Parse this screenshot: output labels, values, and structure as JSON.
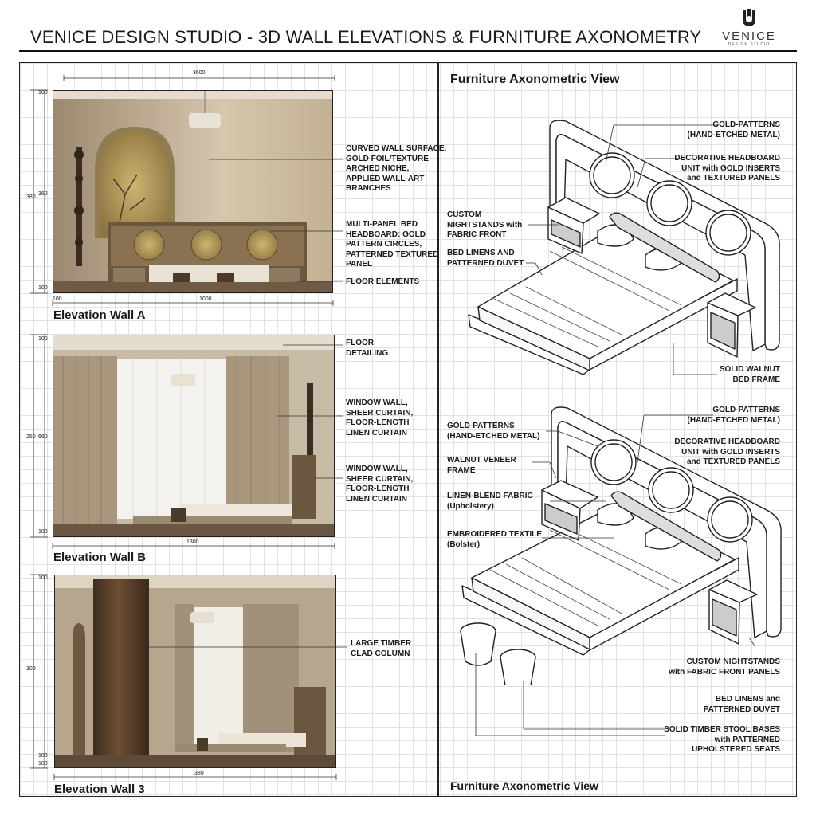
{
  "header": {
    "title": "VENICE DESIGN STUDIO - 3D WALL ELEVATIONS & FURNITURE AXONOMETRY",
    "logo_text": "VENICE",
    "logo_subtext": "DESIGN STUDIO"
  },
  "elevations": [
    {
      "caption": "Elevation Wall A",
      "dims": {
        "top": "3600",
        "left_a": "380",
        "left_b": "360",
        "left_c": "100",
        "left_d": "100",
        "bottom_a": "100",
        "bottom_b": "1000"
      },
      "notes": [
        "CURVED WALL SURFACE,\nGOLD FOIL/TEXTURE\nARCHED NICHE,\nAPPLIED WALL-ART\nBRANCHES",
        "MULTI-PANEL BED\nHEADBOARD: GOLD\nPATTERN CIRCLES,\nPATTERNED TEXTURED\nPANEL",
        "FLOOR ELEMENTS"
      ]
    },
    {
      "caption": "Elevation Wall B",
      "dims": {
        "left_a": "250",
        "left_b": "660",
        "left_c": "100",
        "left_d": "100",
        "bottom": "1300"
      },
      "notes": [
        "FLOOR\nDETAILING",
        "WINDOW WALL,\nSHEER CURTAIN,\nFLOOR-LENGTH\nLINEN CURTAIN",
        "WINDOW WALL,\nSHEER CURTAIN,\nFLOOR-LENGTH\nLINEN CURTAIN"
      ]
    },
    {
      "caption": "Elevation Wall 3",
      "dims": {
        "left_a": "300",
        "left_b": "100",
        "left_c": "100",
        "left_d": "100",
        "bottom": "380"
      },
      "notes": [
        "LARGE TIMBER\nCLAD COLUMN"
      ]
    }
  ],
  "axonometric": {
    "title_top": "Furniture Axonometric View",
    "title_bottom": "Furniture Axonometric View",
    "upper_labels": {
      "gold_patterns": "GOLD-PATTERNS\n(HAND-ETCHED METAL)",
      "headboard": "DECORATIVE HEADBOARD\nUNIT with GOLD INSERTS\nand TEXTURED PANELS",
      "nightstands": "CUSTOM\nNIGHTSTANDS with\nFABRIC FRONT",
      "linens": "BED LINENS AND\nPATTERNED DUVET",
      "frame": "SOLID WALNUT\nBED FRAME"
    },
    "lower_labels": {
      "gold_patterns_r": "GOLD-PATTERNS\n(HAND-ETCHED METAL)",
      "headboard": "DECORATIVE HEADBOARD\nUNIT with GOLD INSERTS\nand TEXTURED PANELS",
      "gold_patterns_l": "GOLD-PATTERNS\n(HAND-ETCHED METAL)",
      "veneer": "WALNUT VENEER\nFRAME",
      "fabric": "LINEN-BLEND FABRIC\n(Upholstery)",
      "textile": "EMBROIDERED TEXTILE\n(Bolster)",
      "nightstands": "CUSTOM NIGHTSTANDS\nwith FABRIC FRONT PANELS",
      "linens": "BED LINENS and\nPATTERNED DUVET",
      "stools": "SOLID TIMBER STOOL BASES\nwith PATTERNED\nUPHOLSTERED SEATS"
    }
  },
  "colors": {
    "ink": "#1a1a1a",
    "grid": "#e2e2e2",
    "wall_warm": "#c9b79c",
    "wood": "#5b3f2a",
    "gold": "#b79a55",
    "curtain": "#b3a58f"
  }
}
